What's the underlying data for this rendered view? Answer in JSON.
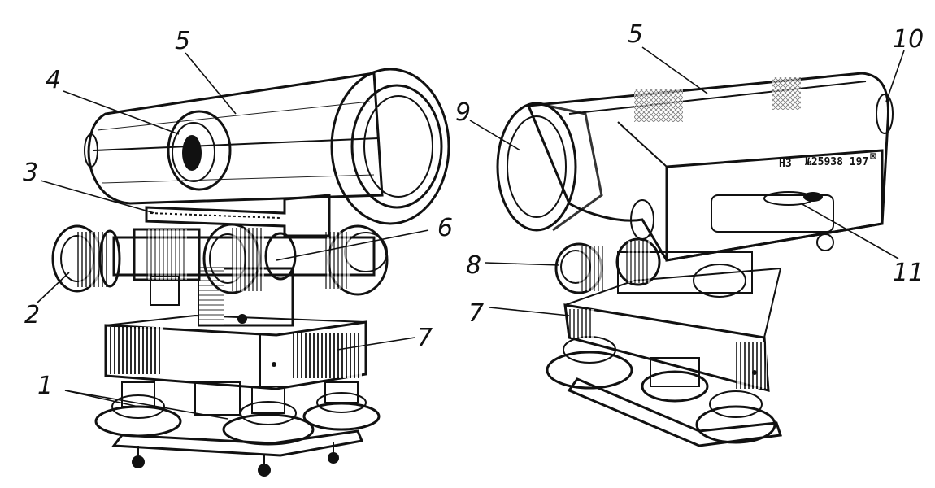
{
  "labels": {
    "left": {
      "l1": "1",
      "l2": "2",
      "l3": "3",
      "l4": "4",
      "l5": "5",
      "l6": "6",
      "l7": "7"
    },
    "right": {
      "l5": "5",
      "l7": "7",
      "l8": "8",
      "l9": "9",
      "l10": "10",
      "l11": "11"
    }
  },
  "nameplate": {
    "model": "Н3",
    "serial": "№25938 197",
    "mark": "⊠"
  }
}
